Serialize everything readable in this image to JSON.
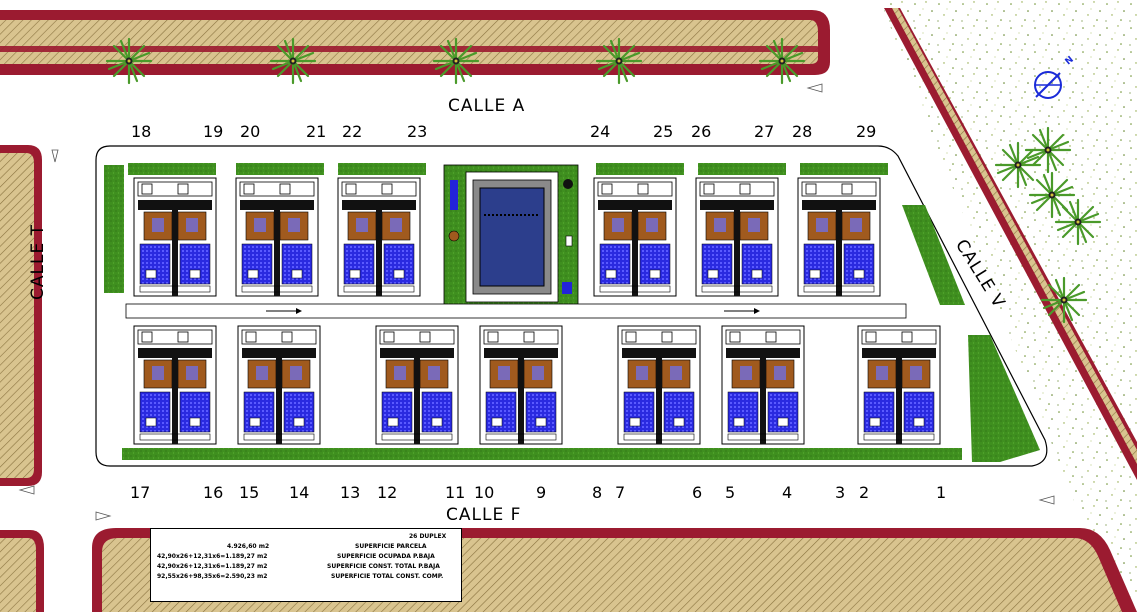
{
  "streets": {
    "top": "CALLE A",
    "bottom": "CALLE F",
    "left": "CALLE T",
    "right": "CALLE V"
  },
  "compass": {
    "label": "N"
  },
  "lot_numbers_top": [
    "18",
    "19",
    "20",
    "21",
    "22",
    "23",
    "24",
    "25",
    "26",
    "27",
    "28",
    "29"
  ],
  "lot_numbers_bottom": [
    "17",
    "16",
    "15",
    "14",
    "13",
    "12",
    "11",
    "10",
    "9",
    "8",
    "7",
    "6",
    "5",
    "4",
    "3",
    "2",
    "1"
  ],
  "legend": {
    "title": "26 DUPLEX",
    "rows": [
      {
        "label": "SUPERFICIE PARCELA",
        "value": "4.926,60 m2"
      },
      {
        "label": "SUPERFICIE OCUPADA P.BAJA",
        "value": "42,90x26+12,31x6=1.189,27 m2"
      },
      {
        "label": "SUPERFICIE CONST. TOTAL P.BAJA",
        "value": "42,90x26+12,31x6=1.189,27 m2"
      },
      {
        "label": "SUPERFICIE TOTAL CONST. COMP.",
        "value": "92,55x26+98,35x6=2.590,23 m2"
      }
    ]
  },
  "colors": {
    "wall_red": "#9b1b30",
    "hatch_tan": "#d2bb84",
    "lawn_green": "#3f8f1f",
    "pool_blue": "#2c3e8c",
    "tile_blue": "#2323d8",
    "wood_brown": "#a05a1e",
    "palm_green": "#4a9a2a"
  }
}
